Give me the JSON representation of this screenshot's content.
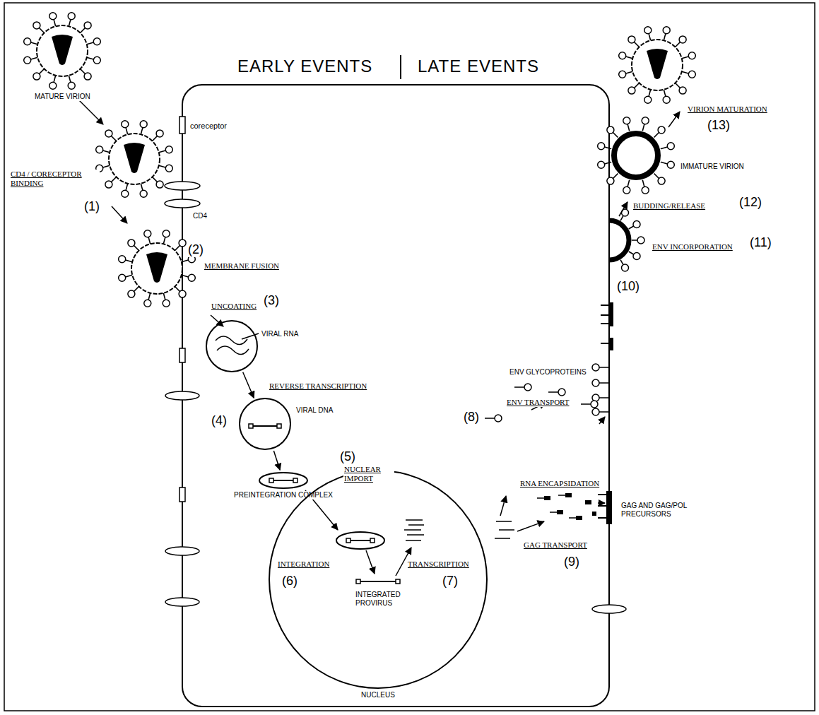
{
  "diagram": {
    "nodes": [
      {
        "text": [
          "VIRAL RNA"
        ]
      },
      {
        "text": [
          "VIRAL DNA"
        ]
      },
      {
        "text": [
          "PREINTEGRATION COMPLEX"
        ]
      },
      {
        "text": [
          "NUCLEUS"
        ]
      }
    ],
    "edges": [
      {
        "from": 0,
        "to": 1,
        "arrow": "to"
      },
      {
        "from": 1,
        "to": 2,
        "arrow": "to"
      }
    ],
    "labels": [
      "EARLY EVENTS",
      "LATE EVENTS",
      "MATURE VIRION",
      "CD4 / CORECEPTOR BINDING",
      "(1)",
      "coreceptor",
      "CD4",
      "(2)",
      "MEMBRANE FUSION",
      "UNCOATING",
      "(3)",
      "REVERSE TRANSCRIPTION",
      "(4)",
      "(5)",
      "NUCLEAR IMPORT",
      "INTEGRATION",
      "(6)",
      "INTEGRATED PROVIRUS",
      "TRANSCRIPTION",
      "(7)",
      "ENV GLYCOPROTEINS",
      "ENV TRANSPORT",
      "(8)",
      "RNA ENCAPSIDATION",
      "GAG AND GAG/POL PRECURSORS",
      "GAG TRANSPORT",
      "(9)",
      "(10)",
      "ENV INCORPORATION",
      "(11)",
      "BUDDING/RELEASE",
      "(12)",
      "IMMATURE VIRION",
      "VIRION MATURATION",
      "(13)"
    ]
  }
}
